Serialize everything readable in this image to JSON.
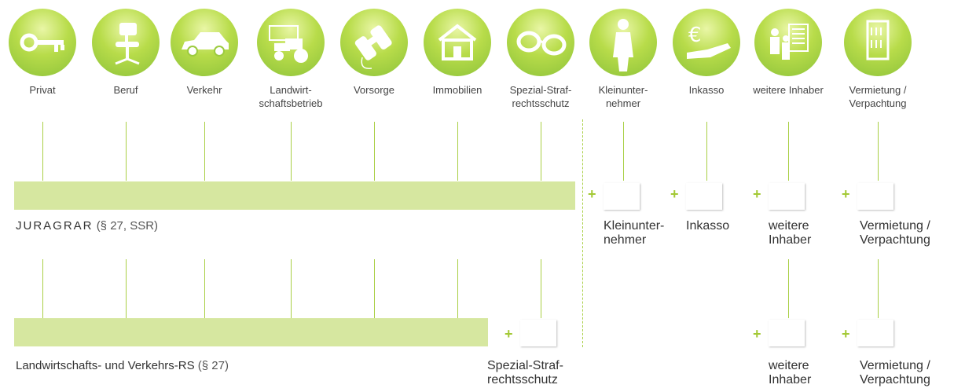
{
  "categories": [
    {
      "label": "Privat",
      "icon": "key-icon"
    },
    {
      "label": "Beruf",
      "icon": "office-chair-icon"
    },
    {
      "label": "Verkehr",
      "icon": "car-icon"
    },
    {
      "label": "Landwirt-\nschaftsbetrieb",
      "icon": "tractor-icon"
    },
    {
      "label": "Vorsorge",
      "icon": "binoculars-icon"
    },
    {
      "label": "Immobilien",
      "icon": "house-icon"
    },
    {
      "label": "Spezial-Straf-\nrechtsschutz",
      "icon": "handcuffs-icon"
    },
    {
      "label": "Kleinunter-\nnehmer",
      "icon": "businessman-icon"
    },
    {
      "label": "Inkasso",
      "icon": "euro-hand-icon"
    },
    {
      "label": "weitere Inhaber",
      "icon": "people-building-icon"
    },
    {
      "label": "Vermietung /\nVerpachtung",
      "icon": "apartment-building-icon"
    }
  ],
  "groups": {
    "juragrar": {
      "name": "JURAGRAR",
      "ref": "(§ 27, SSR)"
    },
    "landwirtschaft": {
      "name": "Landwirtschafts- und Verkehrs-RS",
      "ref": "(§ 27)"
    }
  },
  "addons_row1": [
    {
      "label": "Kleinunter-\nnehmer"
    },
    {
      "label": "Inkasso"
    },
    {
      "label": "weitere\nInhaber"
    },
    {
      "label": "Vermietung /\nVerpachtung"
    }
  ],
  "addons_row2": [
    {
      "label": "Spezial-Straf-\nrechtsschutz"
    },
    {
      "label": "weitere\nInhaber"
    },
    {
      "label": "Vermietung /\nVerpachtung"
    }
  ],
  "plus_symbol": "+",
  "colors": {
    "accent": "#a3c935",
    "bar": "#d6e7a0",
    "line": "#a9cf44"
  }
}
